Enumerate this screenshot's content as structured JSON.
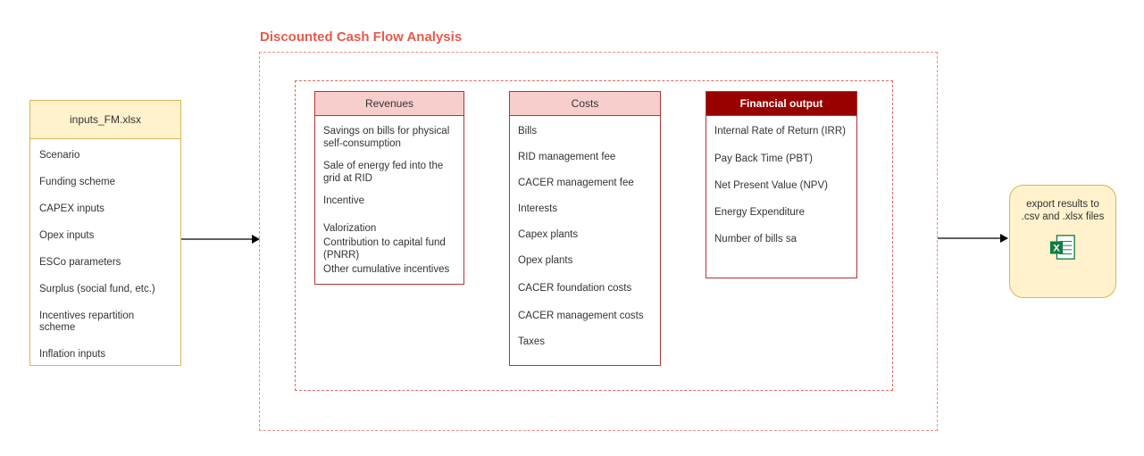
{
  "title": "Discounted Cash Flow Analysis",
  "inputs_box": {
    "title": "inputs_FM.xlsx",
    "items": [
      "Scenario",
      "Funding scheme",
      "CAPEX inputs",
      "Opex inputs",
      "ESCo parameters",
      "Surplus (social fund, etc.)",
      "Incentives repartition scheme",
      "Inflation inputs"
    ]
  },
  "revenues": {
    "title": "Revenues",
    "items": [
      "Savings on bills for physical self-consumption",
      "Sale of energy fed into the grid at RID",
      "Incentive",
      "Valorization",
      "Contribution to capital fund (PNRR)",
      "Other cumulative incentives"
    ]
  },
  "costs": {
    "title": "Costs",
    "items": [
      "Bills",
      "RID management fee",
      "CACER management fee",
      "Interests",
      "Capex plants",
      "Opex plants",
      "CACER foundation costs",
      "CACER management costs",
      "Taxes"
    ]
  },
  "financial_output": {
    "title": "Financial output",
    "items": [
      "Internal Rate of Return (IRR)",
      "Pay Back Time (PBT)",
      "Net Present Value (NPV)",
      "Energy Expenditure",
      "Number of bills sa"
    ]
  },
  "export_box": {
    "label": "export results to .csv and .xlsx files",
    "icon": "excel-icon"
  },
  "colors": {
    "yellow_fill": "#FFF2CC",
    "yellow_border": "#D6B656",
    "pink_header": "#F8CECC",
    "panel_border": "#B63333",
    "dark_red_header": "#990000",
    "dashed_red": "#EE8A84",
    "title_red": "#E8594C",
    "excel_green": "#107C41"
  }
}
